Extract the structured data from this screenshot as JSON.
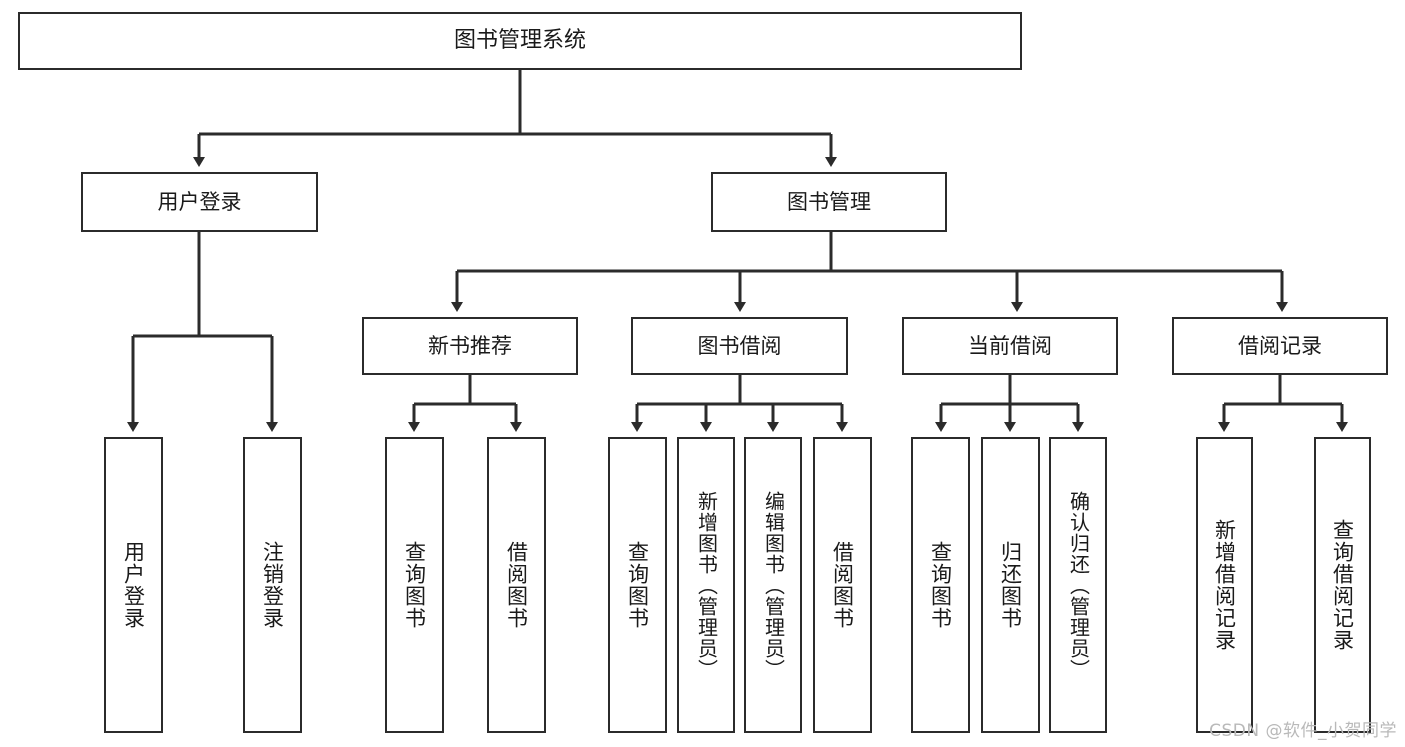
{
  "diagram": {
    "title": "图书管理系统",
    "type": "hierarchy-tree",
    "watermark": "CSDN @软件_小贺同学",
    "colors": {
      "stroke": "#2b2b2b",
      "fill": "#ffffff",
      "text": "#1a1a1a",
      "watermark": "#b9b9b9"
    },
    "levels": {
      "root": {
        "label": "图书管理系统"
      },
      "level2": [
        {
          "id": "user-login",
          "label": "用户登录"
        },
        {
          "id": "book-manage",
          "label": "图书管理"
        }
      ],
      "level3": [
        {
          "id": "new-book-recommend",
          "label": "新书推荐",
          "parent": "book-manage"
        },
        {
          "id": "book-borrow",
          "label": "图书借阅",
          "parent": "book-manage"
        },
        {
          "id": "current-borrow",
          "label": "当前借阅",
          "parent": "book-manage"
        },
        {
          "id": "borrow-record",
          "label": "借阅记录",
          "parent": "book-manage"
        }
      ],
      "leaves": [
        {
          "id": "leaf-user-login",
          "label": "用户登录",
          "parent": "user-login"
        },
        {
          "id": "leaf-user-logout",
          "label": "注销登录",
          "parent": "user-login"
        },
        {
          "id": "leaf-query-book-1",
          "label": "查询图书",
          "parent": "new-book-recommend"
        },
        {
          "id": "leaf-borrow-book-1",
          "label": "借阅图书",
          "parent": "new-book-recommend"
        },
        {
          "id": "leaf-query-book-2",
          "label": "查询图书",
          "parent": "book-borrow"
        },
        {
          "id": "leaf-add-book",
          "label": "新增图书（管理员）",
          "parent": "book-borrow"
        },
        {
          "id": "leaf-edit-book",
          "label": "编辑图书（管理员）",
          "parent": "book-borrow"
        },
        {
          "id": "leaf-borrow-book-2",
          "label": "借阅图书",
          "parent": "book-borrow"
        },
        {
          "id": "leaf-query-book-3",
          "label": "查询图书",
          "parent": "current-borrow"
        },
        {
          "id": "leaf-return-book",
          "label": "归还图书",
          "parent": "current-borrow"
        },
        {
          "id": "leaf-confirm-return",
          "label": "确认归还（管理员）",
          "parent": "current-borrow"
        },
        {
          "id": "leaf-add-record",
          "label": "新增借阅记录",
          "parent": "borrow-record"
        },
        {
          "id": "leaf-query-record",
          "label": "查询借阅记录",
          "parent": "borrow-record"
        }
      ]
    }
  }
}
